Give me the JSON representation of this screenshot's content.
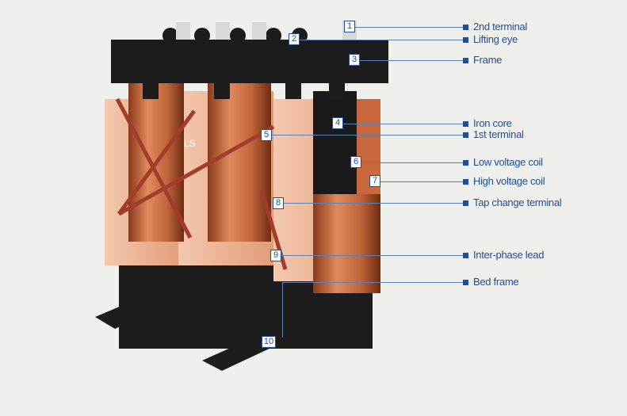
{
  "parts": [
    {
      "no": "1",
      "label": "2nd terminal"
    },
    {
      "no": "2",
      "label": "Lifting eye"
    },
    {
      "no": "3",
      "label": "Frame"
    },
    {
      "no": "4",
      "label": "Iron core"
    },
    {
      "no": "5",
      "label": "1st terminal"
    },
    {
      "no": "6",
      "label": "Low voltage coil"
    },
    {
      "no": "7",
      "label": "High voltage coil"
    },
    {
      "no": "8",
      "label": "Tap change terminal"
    },
    {
      "no": "9",
      "label": "Inter-phase lead"
    },
    {
      "no": "10",
      "label": "Bed frame"
    }
  ],
  "brand_mark": "LS",
  "colors": {
    "accent": "#1f4e96",
    "copper": "#c8683c",
    "frame": "#1c1c1c",
    "background": "#efefeb"
  }
}
